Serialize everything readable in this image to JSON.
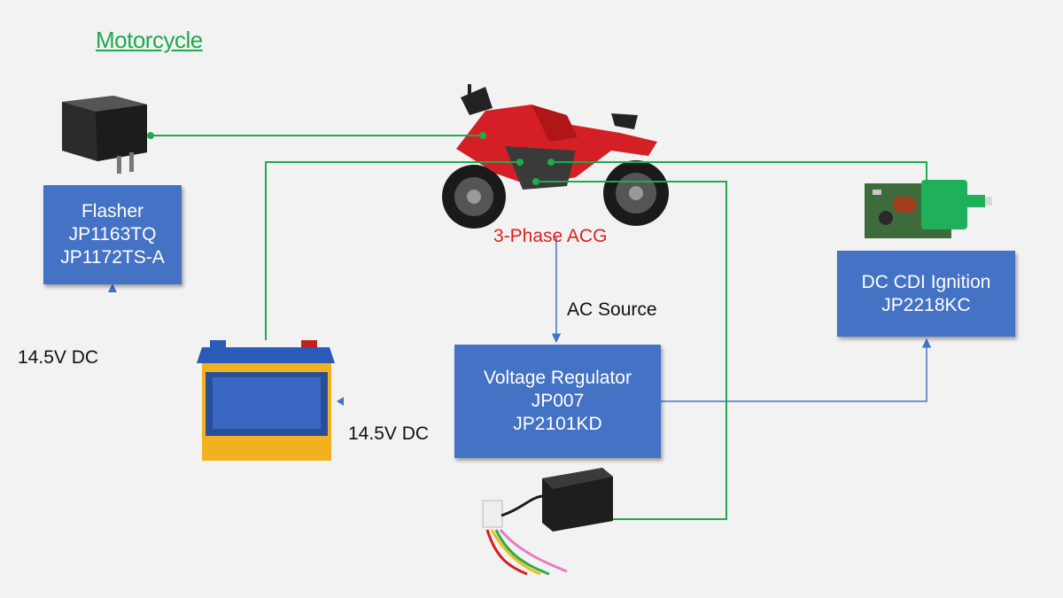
{
  "title": "Motorcycle",
  "colors": {
    "background": "#f2f2f2",
    "box": "#4472c4",
    "wire_green": "#1faa4c",
    "wire_blue": "#4472c4",
    "title": "#1faa4c",
    "acg_label": "#e02020"
  },
  "boxes": {
    "flasher": {
      "lines": [
        "Flasher",
        "JP1163TQ",
        "JP1172TS-A"
      ]
    },
    "regulator": {
      "lines": [
        "Voltage Regulator",
        "JP007",
        "JP2101KD"
      ]
    },
    "cdi": {
      "lines": [
        "DC CDI Ignition",
        "JP2218KC"
      ]
    }
  },
  "labels": {
    "acg": "3-Phase ACG",
    "ac_source": "AC Source",
    "dc_left": "14.5V DC",
    "dc_battery": "14.5V DC"
  },
  "images": {
    "motorcycle": "motorcycle-icon",
    "flasher_relay": "flasher-relay-icon",
    "battery": "battery-icon",
    "regulator_part": "regulator-rectifier-icon",
    "cdi_board": "cdi-board-icon"
  }
}
